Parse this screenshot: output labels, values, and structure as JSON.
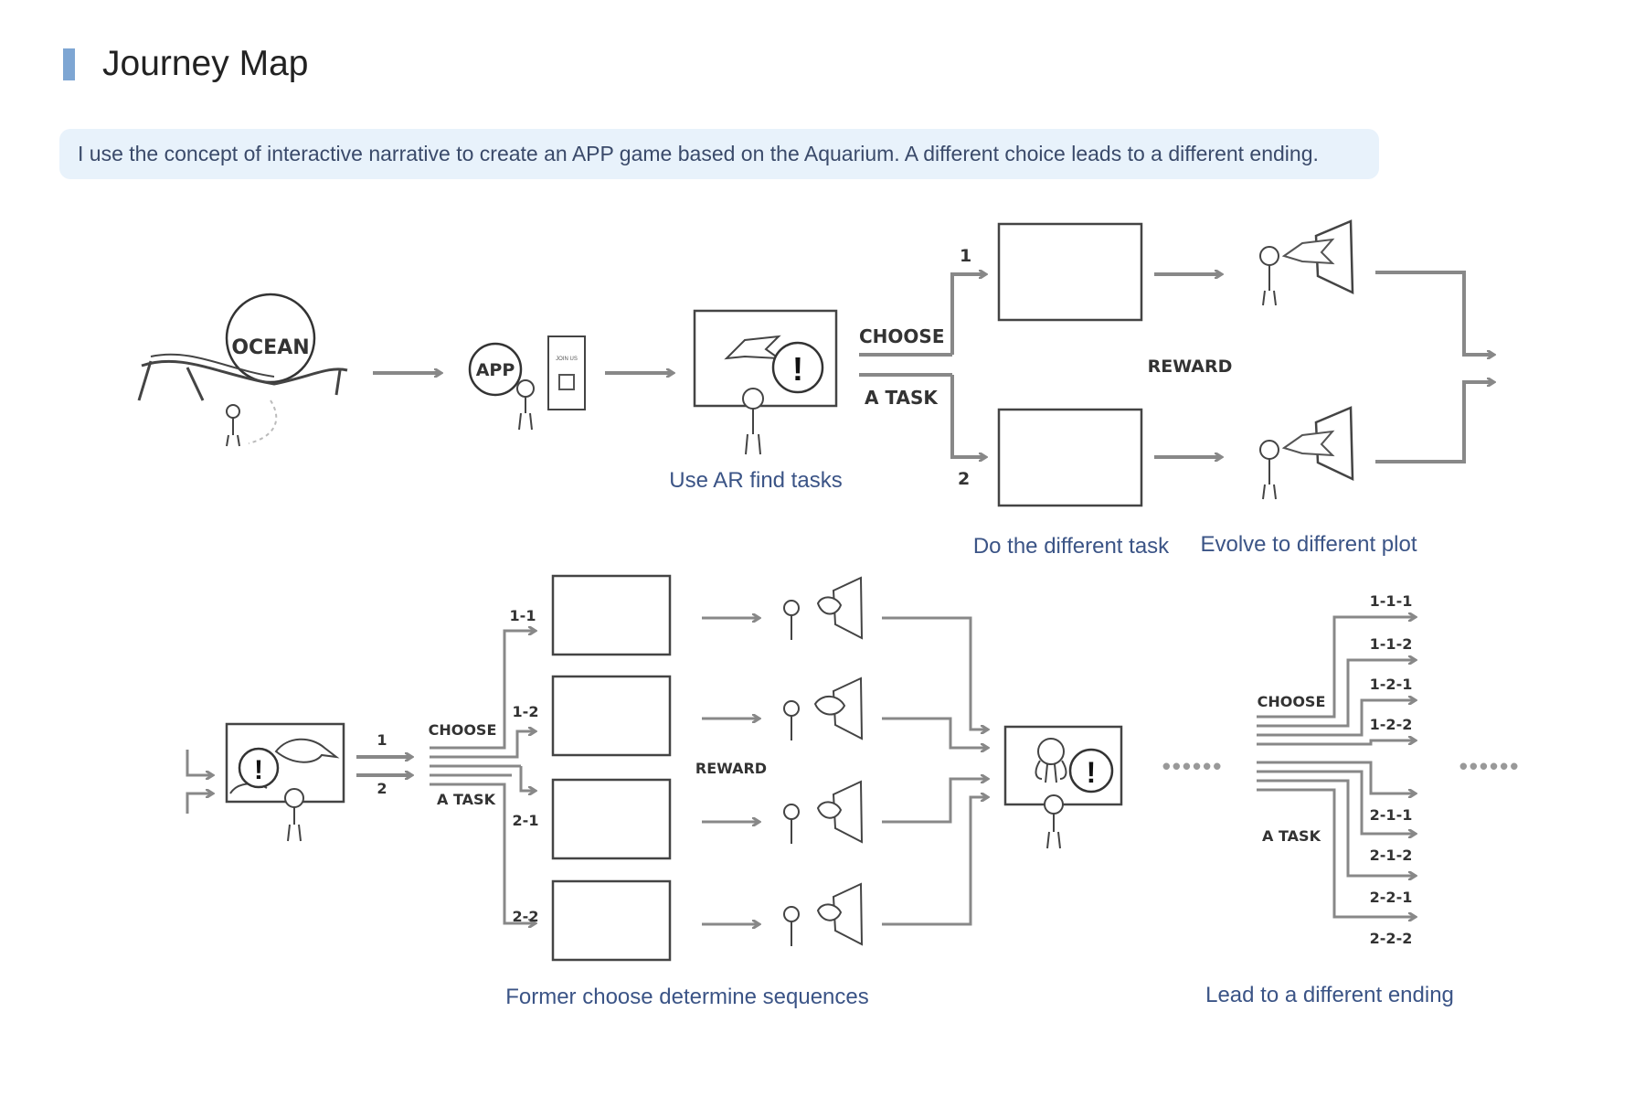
{
  "page": {
    "title": "Journey Map",
    "intro": "I use the concept of interactive narrative to create an APP game based on the Aquarium. A different choice leads to a different ending."
  },
  "top_flow": {
    "ocean_label": "OCEAN",
    "app_label": "APP",
    "poster_label": "JOIN US",
    "choose": "CHOOSE",
    "a_task": "A TASK",
    "reward": "REWARD",
    "branch_1": "1",
    "branch_2": "2",
    "exclaim": "!",
    "caption_ar": "Use AR find tasks",
    "caption_task": "Do the different task",
    "caption_plot": "Evolve to different plot"
  },
  "bottom_flow": {
    "choose": "CHOOSE",
    "a_task": "A TASK",
    "reward": "REWARD",
    "in_1": "1",
    "in_2": "2",
    "branches": [
      "1-1",
      "1-2",
      "2-1",
      "2-2"
    ],
    "exclaim": "!",
    "dots": "••••••",
    "right_choose": "CHOOSE",
    "right_a_task": "A TASK",
    "endings": [
      "1-1-1",
      "1-1-2",
      "1-2-1",
      "1-2-2",
      "2-1-1",
      "2-1-2",
      "2-2-1",
      "2-2-2"
    ],
    "caption_sequence": "Former choose determine sequences",
    "caption_ending": "Lead to a different ending"
  }
}
